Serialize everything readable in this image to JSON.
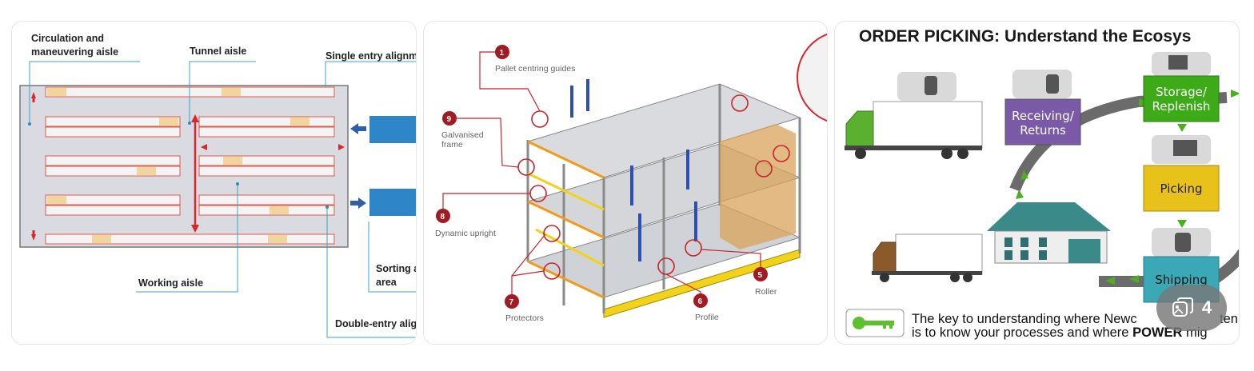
{
  "gallery": {
    "count": "4",
    "cards": [
      {
        "labels": {
          "circulation_1": "Circulation and",
          "circulation_2": "maneuvering aisle",
          "tunnel": "Tunnel aisle",
          "single_entry": "Single entry alignmen",
          "working": "Working aisle",
          "sorting_1": "Sorting ar",
          "sorting_2": "area",
          "double_entry": "Double-entry align"
        }
      },
      {
        "callouts": [
          {
            "num": "1",
            "text": "Pallet centring guides"
          },
          {
            "num": "9",
            "text": "Galvanised"
          },
          {
            "num": "",
            "text": "frame"
          },
          {
            "num": "8",
            "text": "Dynamic upright"
          },
          {
            "num": "7",
            "text": "Protectors"
          },
          {
            "num": "6",
            "text": "Profile"
          },
          {
            "num": "5",
            "text": "Roller"
          }
        ]
      },
      {
        "title": "ORDER PICKING: Understand the Ecosys",
        "boxes": {
          "receiving_1": "Receiving/",
          "receiving_2": "Returns",
          "storage_1": "Storage/",
          "storage_2": "Replenish",
          "picking": "Picking",
          "shipping": "Shipping"
        },
        "footer_1": "The key to understanding where Newc",
        "footer_1_tail": "ten",
        "footer_2a": "is to know your processes and where ",
        "footer_2b": "POWER",
        "footer_2c": " mig"
      }
    ]
  },
  "colors": {
    "red": "#d9272e",
    "blue_arrow": "#2f5fa8",
    "cyan_line": "#3aa6c9",
    "green": "#4caf20",
    "purple": "#7a5aa6",
    "yellow": "#e8c21a",
    "teal": "#3aa9b5"
  }
}
